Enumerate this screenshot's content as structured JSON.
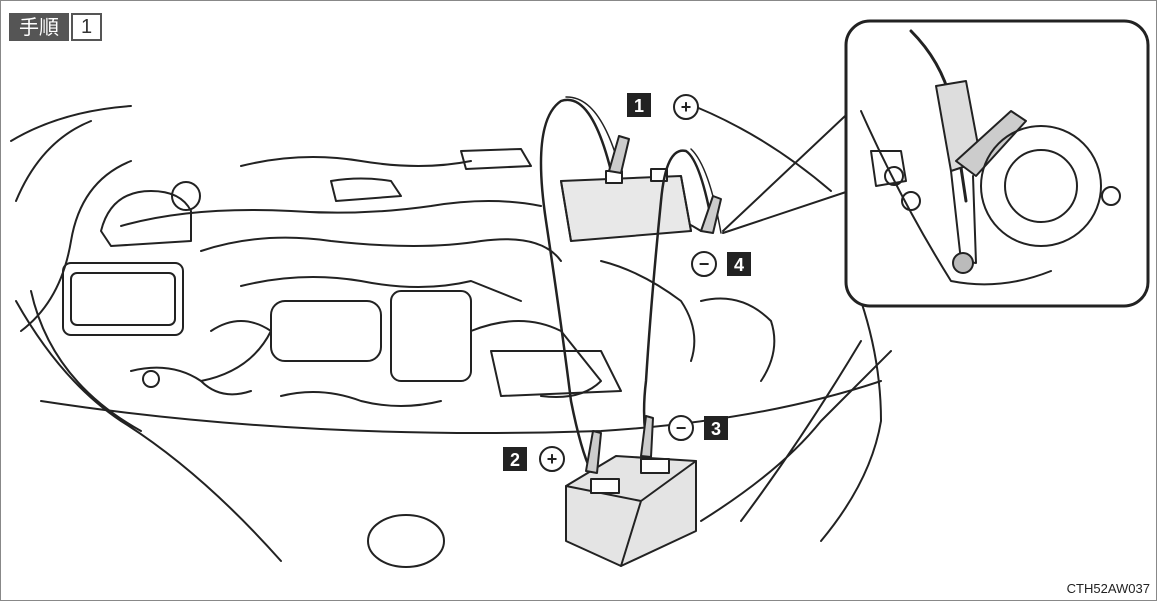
{
  "step": {
    "word": "手順",
    "number": "1"
  },
  "labels": {
    "one": "1",
    "two": "2",
    "three": "3",
    "four": "4",
    "plus": "+",
    "minus": "−"
  },
  "figure_code": "CTH52AW037"
}
